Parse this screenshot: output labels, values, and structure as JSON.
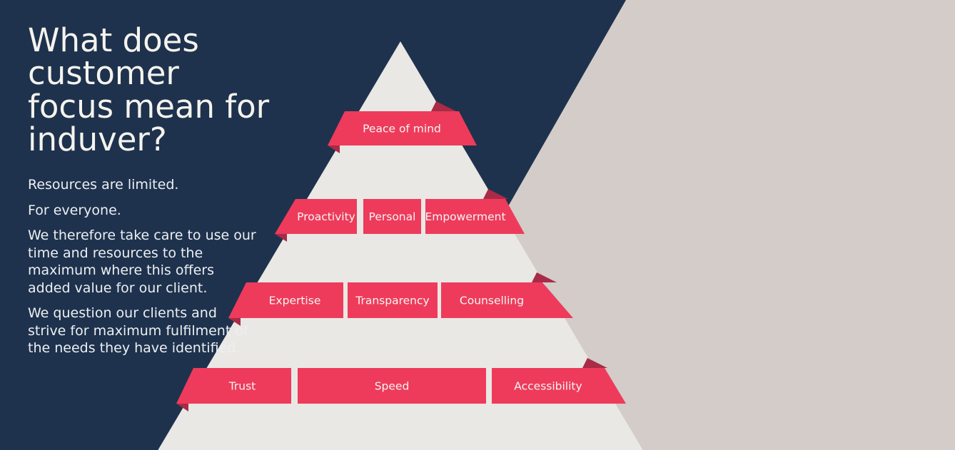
{
  "slide": {
    "title_lines": [
      "What does customer",
      "focus mean for",
      "induver?"
    ],
    "paragraphs": [
      "Resources are limited.",
      "For everyone.",
      "We therefore take care to use our time and resources to the maximum where this offers added value for our client.",
      "We question our clients and strive for maximum fulfilment of the needs they have identified."
    ]
  },
  "pyramid": {
    "levels": [
      {
        "name": "level-1-top",
        "segments": [
          {
            "label": "Peace of mind"
          }
        ]
      },
      {
        "name": "level-2",
        "segments": [
          {
            "label": "Proactivity"
          },
          {
            "label": "Personal"
          },
          {
            "label": "Empowerment"
          }
        ]
      },
      {
        "name": "level-3",
        "segments": [
          {
            "label": "Expertise"
          },
          {
            "label": "Transparency"
          },
          {
            "label": "Counselling"
          }
        ]
      },
      {
        "name": "level-4-base",
        "segments": [
          {
            "label": "Trust"
          },
          {
            "label": "Speed"
          },
          {
            "label": "Accessibility"
          }
        ]
      }
    ]
  },
  "colors": {
    "background_navy": "#1e324d",
    "background_beige": "#d3ccc9",
    "pyramid_gray": "#e9e8e5",
    "ribbon_red": "#ee3b5b",
    "ribbon_fold_dark": "#a92b47",
    "title_text": "#f5f3ee",
    "body_text": "#edeff2",
    "ribbon_text": "#f7f5f2"
  }
}
